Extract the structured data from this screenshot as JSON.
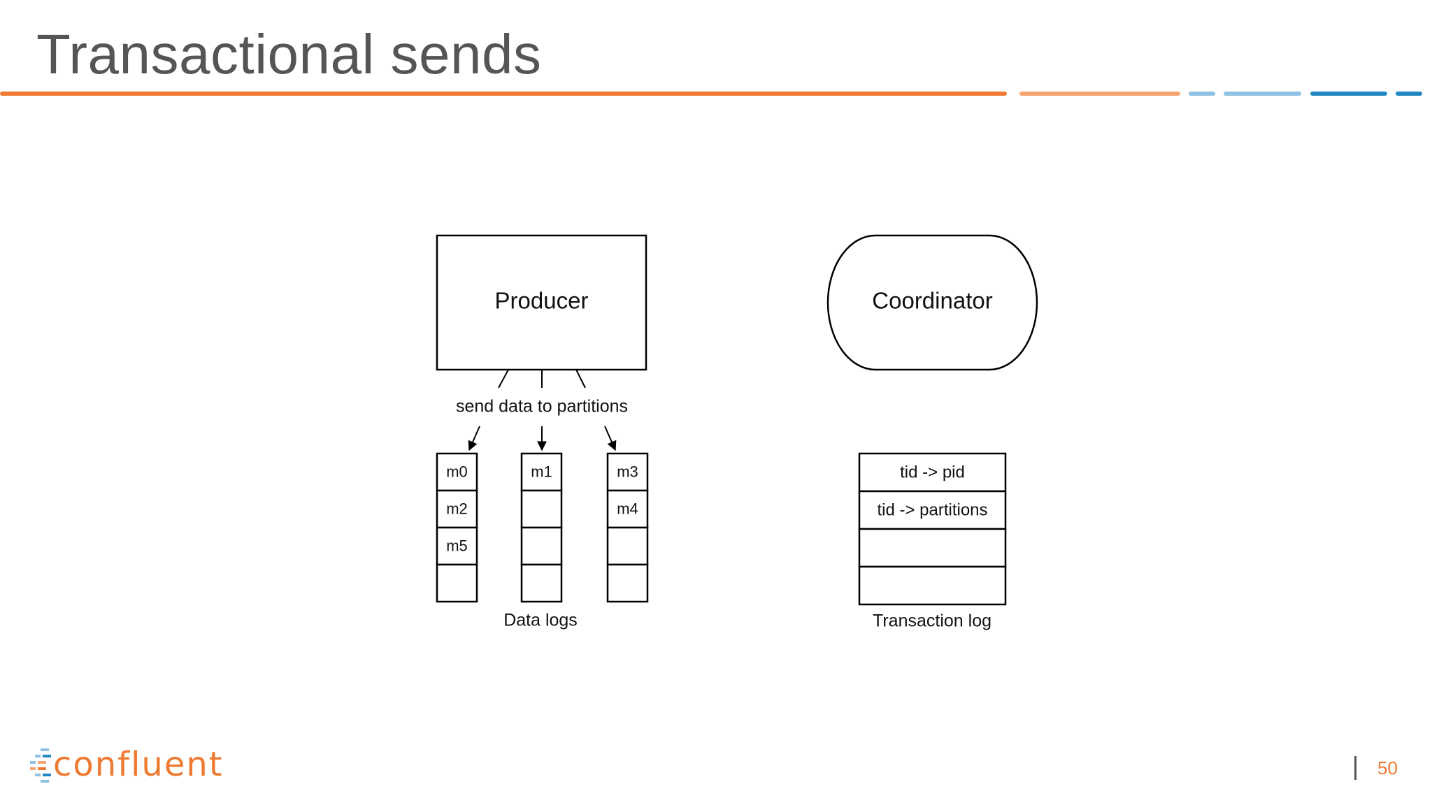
{
  "slide": {
    "title": "Transactional sends",
    "page_number": "50"
  },
  "brand": {
    "name": "confluent",
    "accent": "#ee7a31",
    "accent_light": "#f4a571",
    "blue_light": "#90c1e2",
    "blue_dark": "#2188c2"
  },
  "diagram": {
    "producer_label": "Producer",
    "coordinator_label": "Coordinator",
    "send_label": "send data to partitions",
    "data_logs_label": "Data logs",
    "transaction_log_label": "Transaction log",
    "partitions": [
      [
        "m0",
        "m2",
        "m5",
        ""
      ],
      [
        "m1",
        "",
        "",
        ""
      ],
      [
        "m3",
        "m4",
        "",
        ""
      ]
    ],
    "transaction_log_entries": [
      "tid -> pid",
      "tid -> partitions",
      "",
      ""
    ]
  }
}
